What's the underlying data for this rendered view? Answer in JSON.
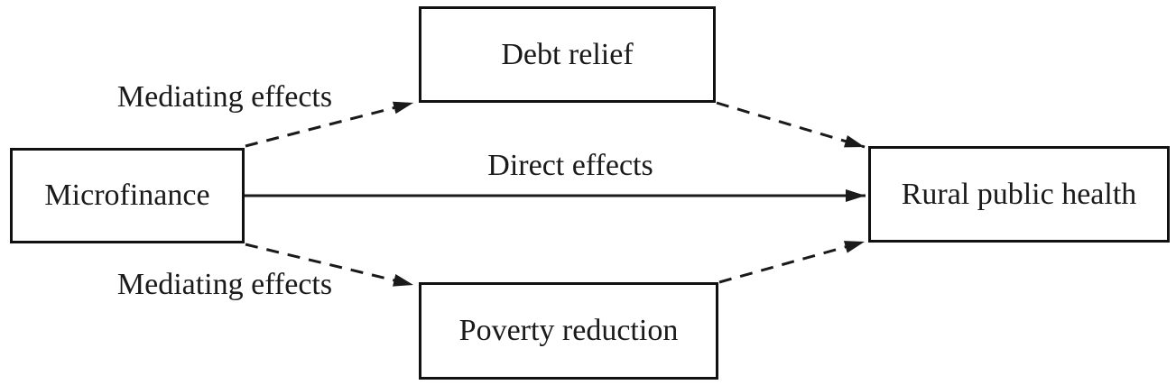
{
  "diagram": {
    "type": "mediation-flow-diagram",
    "background_color": "#ffffff",
    "line_color": "#1a1a1a",
    "text_color": "#1a1a1a",
    "nodes": {
      "microfinance": "Microfinance",
      "debt_relief": "Debt relief",
      "poverty_reduction": "Poverty reduction",
      "rural_public_health": "Rural public health"
    },
    "edge_labels": {
      "mediating_top": "Mediating effects",
      "direct": "Direct effects",
      "mediating_bottom": "Mediating effects"
    },
    "edges": [
      {
        "from": "Microfinance",
        "to": "Debt relief",
        "style": "dashed",
        "label": "Mediating effects"
      },
      {
        "from": "Debt relief",
        "to": "Rural public health",
        "style": "dashed",
        "label": ""
      },
      {
        "from": "Microfinance",
        "to": "Rural public health",
        "style": "solid",
        "label": "Direct effects"
      },
      {
        "from": "Microfinance",
        "to": "Poverty reduction",
        "style": "dashed",
        "label": "Mediating effects"
      },
      {
        "from": "Poverty reduction",
        "to": "Rural public health",
        "style": "dashed",
        "label": ""
      }
    ]
  }
}
